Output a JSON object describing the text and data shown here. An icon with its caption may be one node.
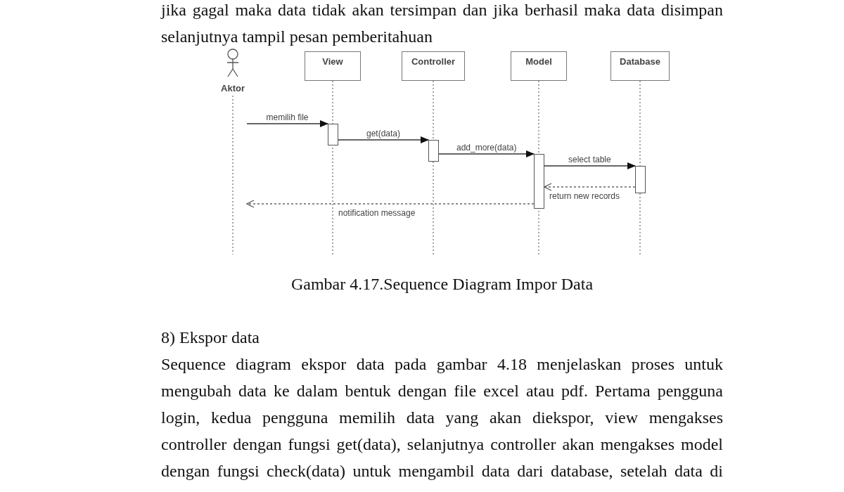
{
  "diagram": {
    "caption": "Gambar 4.17.Sequence Diagram Impor Data",
    "nodes": [
      {
        "text": [
          "Aktor"
        ]
      },
      {
        "text": [
          "View"
        ]
      },
      {
        "text": [
          "Controller"
        ]
      },
      {
        "text": [
          "Model"
        ]
      },
      {
        "text": [
          "Database"
        ]
      },
      {
        "text": [],
        "shape": "bar"
      },
      {
        "text": [],
        "shape": "bar"
      },
      {
        "text": [],
        "shape": "bar"
      },
      {
        "text": [],
        "shape": "bar"
      }
    ],
    "edges": [
      {
        "from": 0,
        "to": 5,
        "arrow": "to",
        "label": "memilih file"
      },
      {
        "from": 5,
        "to": 6,
        "arrow": "to",
        "label": "get(data)"
      },
      {
        "from": 6,
        "to": 7,
        "arrow": "to",
        "label": "add_more(data)"
      },
      {
        "from": 7,
        "to": 8,
        "arrow": "to",
        "label": "select table"
      },
      {
        "from": 8,
        "to": 7,
        "arrow": "to",
        "label": "return new records",
        "style": "dashed"
      },
      {
        "from": 7,
        "to": 0,
        "arrow": "to",
        "label": "notification message",
        "style": "dashed"
      }
    ],
    "labels": [
      "jika gagal maka data tidak akan tersimpan dan jika berhasil maka data disimpan selanjutnya tampil pesan pemberitahuan",
      "8) Ekspor data",
      "Sequence diagram ekspor data pada gambar 4.18 menjelaskan proses untuk mengubah data ke dalam bentuk dengan file excel atau pdf. Pertama pengguna login, kedua pengguna memilih data yang akan diekspor, view mengakses controller dengan fungsi get(data), selanjutnya controller akan mengakses model dengan fungsi check(data) untuk mengambil data dari database, setelah data di"
    ]
  }
}
